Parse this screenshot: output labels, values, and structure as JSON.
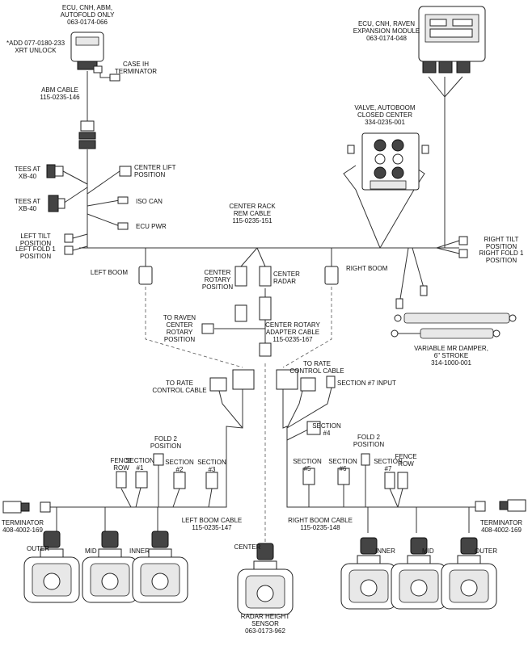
{
  "labels": {
    "ecu_cnh": [
      "ECU, CNH, ABM,",
      "AUTOFOLD ONLY",
      "063-0174-066"
    ],
    "xrt": [
      "*ADD 077-0180-233",
      "XRT UNLOCK"
    ],
    "case_ih": [
      "CASE IH",
      "TERMINATOR"
    ],
    "abm_cable": [
      "ABM CABLE",
      "115-0235-146"
    ],
    "exp_module": [
      "ECU, CNH, RAVEN",
      "EXPANSION MODULE",
      "063-0174-048"
    ],
    "valve": [
      "VALVE, AUTOBOOM",
      "CLOSED CENTER",
      "334-0235-001"
    ],
    "tees1": [
      "TEES AT",
      "XB-40"
    ],
    "tees2": [
      "TEES AT",
      "XB-40"
    ],
    "center_lift": [
      "CENTER LIFT",
      "POSITION"
    ],
    "iso_can": [
      "ISO CAN"
    ],
    "ecu_pwr": [
      "ECU PWR"
    ],
    "center_rack": [
      "CENTER RACK",
      "REM CABLE",
      "115-0235-151"
    ],
    "left_tilt": [
      "LEFT TILT",
      "POSITION"
    ],
    "left_fold": [
      "LEFT FOLD 1",
      "POSITION"
    ],
    "right_tilt": [
      "RIGHT TILT",
      "POSITION"
    ],
    "right_fold": [
      "RIGHT FOLD 1",
      "POSITION"
    ],
    "left_boom": [
      "LEFT BOOM"
    ],
    "right_boom": [
      "RIGHT BOOM"
    ],
    "center_rotary": [
      "CENTER",
      "ROTARY",
      "POSITION"
    ],
    "center_radar": [
      "CENTER",
      "RADAR"
    ],
    "raven_rotary": [
      "TO RAVEN",
      "CENTER",
      "ROTARY",
      "POSITION"
    ],
    "rotary_adapter": [
      "CENTER ROTARY",
      "ADAPTER CABLE",
      "115-0235-167"
    ],
    "mr_damper": [
      "VARIABLE MR DAMPER,",
      "6\" STROKE",
      "314-1000-001"
    ],
    "rate_left": [
      "TO RATE",
      "CONTROL CABLE"
    ],
    "rate_right": [
      "TO RATE",
      "CONTROL CABLE"
    ],
    "section7_input": [
      "SECTION #7 INPUT"
    ],
    "section4": [
      "SECTION",
      "#4"
    ],
    "fold2_left": [
      "FOLD 2",
      "POSITION"
    ],
    "fold2_right": [
      "FOLD 2",
      "POSITION"
    ],
    "fence_left": [
      "FENCE",
      "ROW"
    ],
    "fence_right": [
      "FENCE",
      "ROW"
    ],
    "section1": [
      "SECTION",
      "#1"
    ],
    "section2": [
      "SECTION",
      "#2"
    ],
    "section3": [
      "SECTION",
      "#3"
    ],
    "section5": [
      "SECTION",
      "#5"
    ],
    "section6": [
      "SECTION",
      "#6"
    ],
    "section7": [
      "SECTION",
      "#7"
    ],
    "term_left": [
      "TERMINATOR",
      "408-4002-169"
    ],
    "term_right": [
      "TERMINATOR",
      "408-4002-169"
    ],
    "left_boom_cable": [
      "LEFT BOOM CABLE",
      "115-0235-147"
    ],
    "right_boom_cable": [
      "RIGHT BOOM CABLE",
      "115-0235-148"
    ],
    "outer_l": [
      "OUTER"
    ],
    "mid_l": [
      "MID"
    ],
    "inner_l": [
      "INNER"
    ],
    "center_s": [
      "CENTER"
    ],
    "inner_r": [
      "INNER"
    ],
    "mid_r": [
      "MID"
    ],
    "outer_r": [
      "OUTER"
    ],
    "radar_sensor": [
      "RADAR HEIGHT",
      "SENSOR",
      "063-0173-962"
    ]
  }
}
